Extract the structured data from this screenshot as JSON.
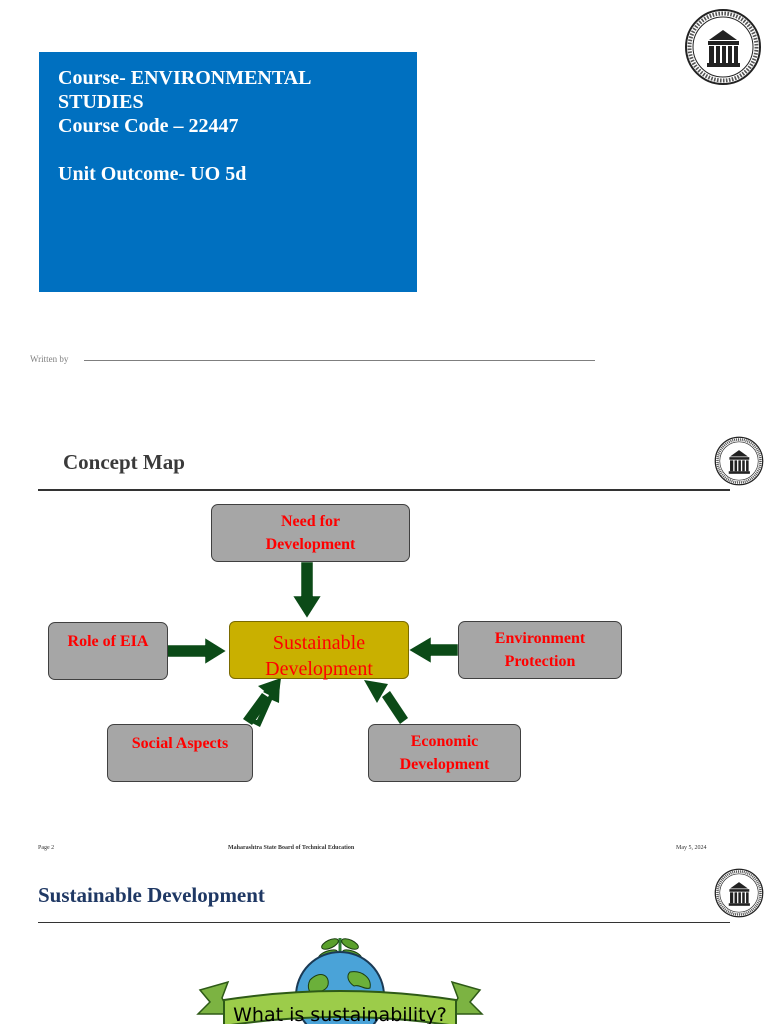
{
  "slide1": {
    "title_lines": [
      "Course- ENVIRONMENTAL",
      "STUDIES",
      "Course Code – 22447",
      "",
      "Unit Outcome- UO 5d"
    ],
    "written_by": "Written by",
    "logo_icon": "msbte-logo-icon",
    "box_color": "#0070c0"
  },
  "slide2": {
    "title": "Concept Map",
    "center": "Sustainable Development",
    "center_color": "#c9b000",
    "nodes": {
      "need": "Need for Development",
      "eia": "Role of EIA",
      "environment": "Environment Protection",
      "social": "Social Aspects",
      "economic": "Economic Development"
    },
    "node_color": "#a6a6a6",
    "arrow_color": "#0b4a17",
    "footer": {
      "page": "Page 2",
      "org": "Maharashtra State Board of Technical Education",
      "date": "May 5, 2024"
    }
  },
  "slide3": {
    "title": "Sustainable Development",
    "banner_text": "What is sustainability?"
  }
}
